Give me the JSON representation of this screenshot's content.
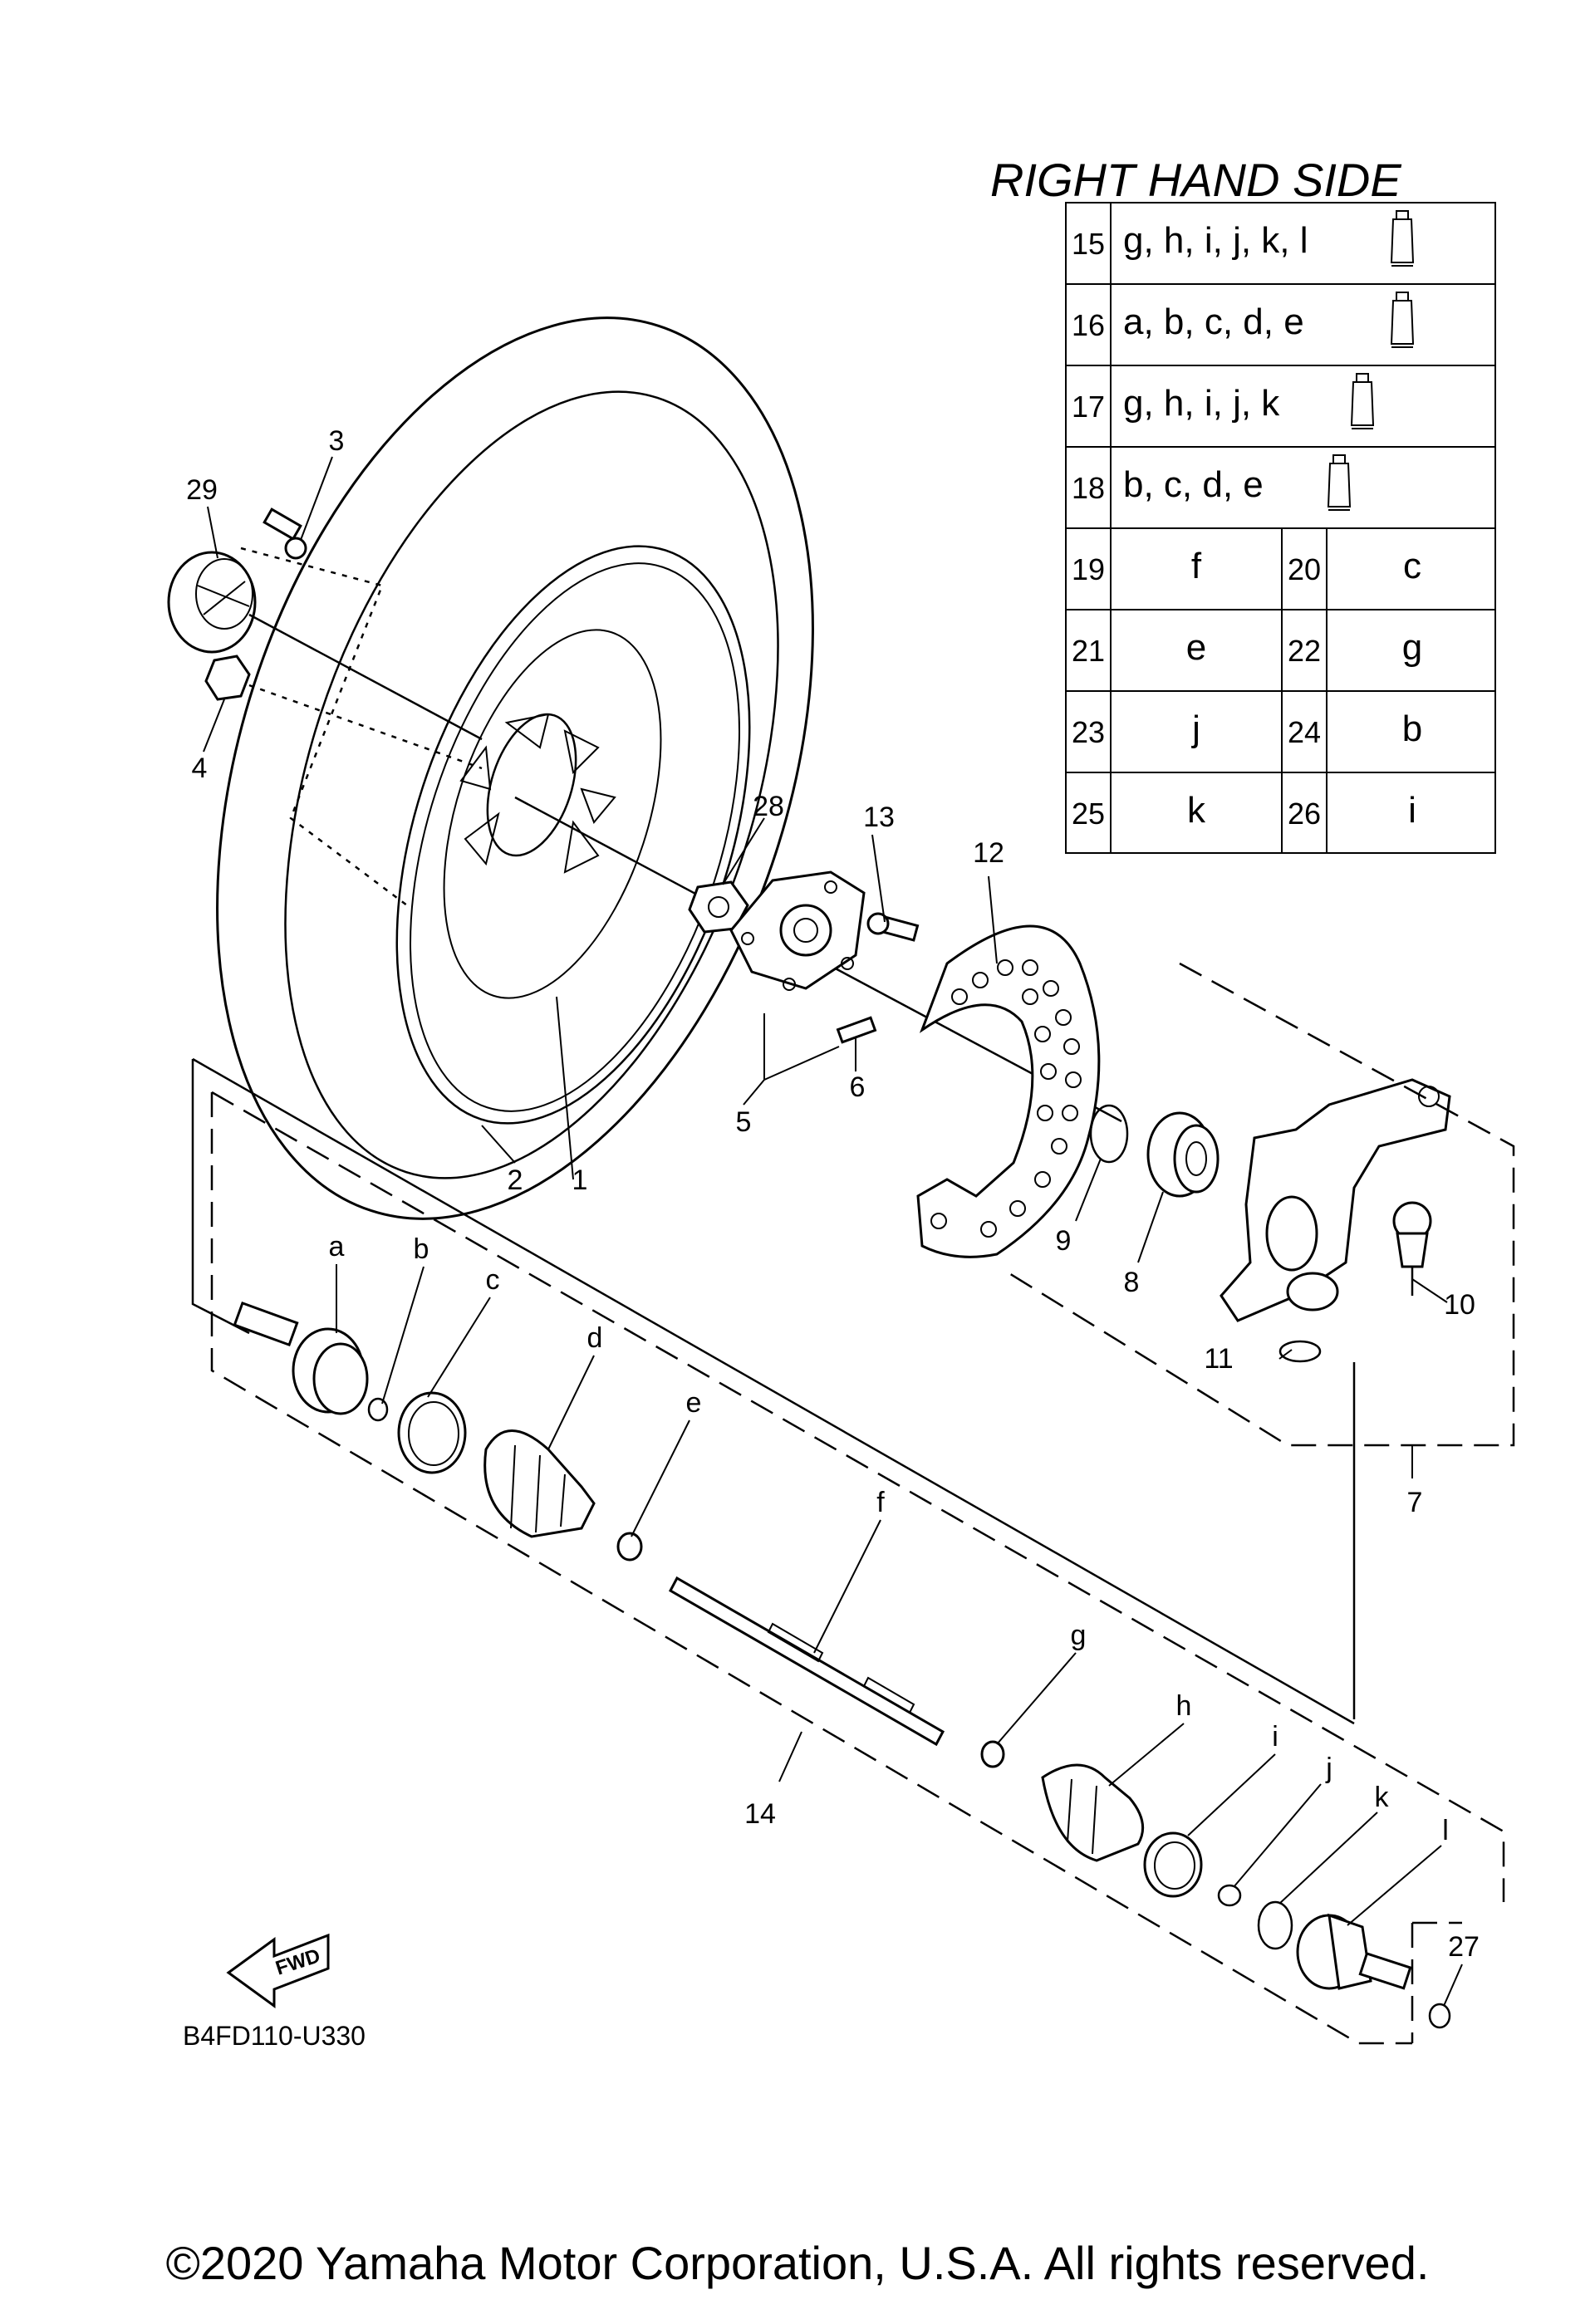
{
  "table": {
    "title": "RIGHT HAND SIDE",
    "kit_rows": [
      {
        "num": "15",
        "parts": "g, h, i, j, k, l"
      },
      {
        "num": "16",
        "parts": "a, b, c, d, e"
      },
      {
        "num": "17",
        "parts": "g, h, i, j, k"
      },
      {
        "num": "18",
        "parts": "b, c, d, e"
      }
    ],
    "pair_rows": [
      [
        {
          "num": "19",
          "part": "f"
        },
        {
          "num": "20",
          "part": "c"
        }
      ],
      [
        {
          "num": "21",
          "part": "e"
        },
        {
          "num": "22",
          "part": "g"
        }
      ],
      [
        {
          "num": "23",
          "part": "j"
        },
        {
          "num": "24",
          "part": "b"
        }
      ],
      [
        {
          "num": "25",
          "part": "k"
        },
        {
          "num": "26",
          "part": "i"
        }
      ]
    ]
  },
  "callouts": {
    "n1": "1",
    "n2": "2",
    "n3": "3",
    "n4": "4",
    "n5": "5",
    "n6": "6",
    "n7": "7",
    "n8": "8",
    "n9": "9",
    "n10": "10",
    "n11": "11",
    "n12": "12",
    "n13": "13",
    "n14": "14",
    "n27": "27",
    "n28": "28",
    "n29": "29",
    "a": "a",
    "b": "b",
    "c": "c",
    "d": "d",
    "e": "e",
    "f": "f",
    "g": "g",
    "h": "h",
    "i": "i",
    "j": "j",
    "k": "k",
    "l": "l"
  },
  "fwd_label": "FWD",
  "diagram_code": "B4FD110-U330",
  "copyright": "©2020 Yamaha Motor Corporation, U.S.A. All rights reserved."
}
